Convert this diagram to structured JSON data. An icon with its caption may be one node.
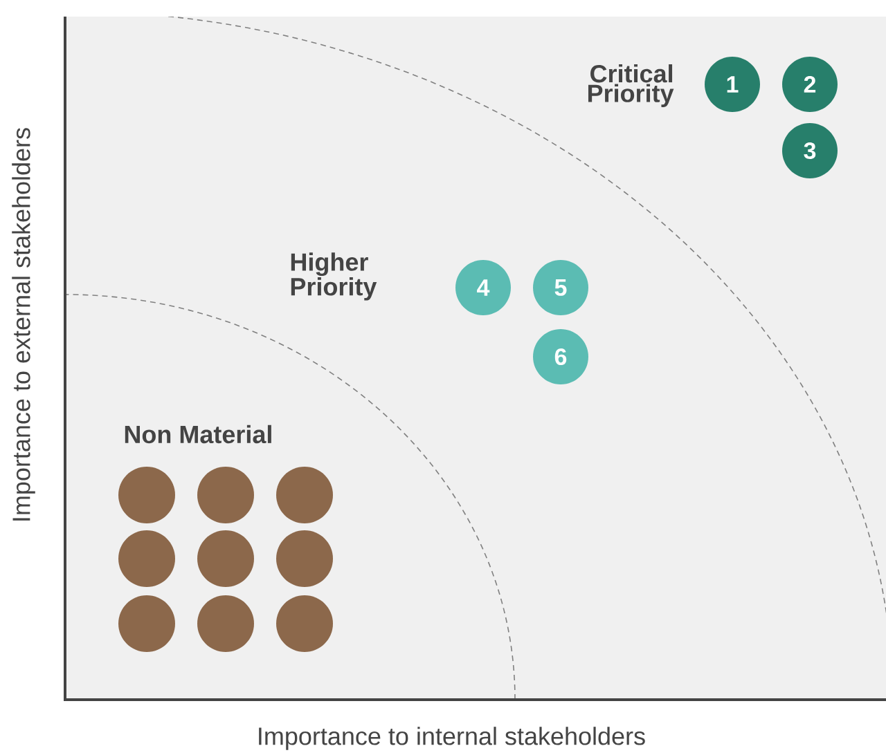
{
  "diagram": {
    "nodes": [
      {
        "text": [
          "1"
        ]
      },
      {
        "text": [
          "2"
        ]
      },
      {
        "text": [
          "3"
        ]
      },
      {
        "text": [
          "4"
        ]
      },
      {
        "text": [
          "5"
        ]
      },
      {
        "text": [
          "6"
        ]
      },
      {
        "text": [],
        "shape": "circle"
      },
      {
        "text": [],
        "shape": "circle"
      },
      {
        "text": [],
        "shape": "circle"
      },
      {
        "text": [],
        "shape": "circle"
      },
      {
        "text": [],
        "shape": "circle"
      },
      {
        "text": [],
        "shape": "circle"
      },
      {
        "text": [],
        "shape": "circle"
      },
      {
        "text": [],
        "shape": "circle"
      },
      {
        "text": [],
        "shape": "circle"
      }
    ],
    "labels": [
      "Critical Priority",
      "Higher Priority",
      "Non Material",
      "Importance to external stakeholders",
      "Importance to internal stakeholders"
    ]
  }
}
